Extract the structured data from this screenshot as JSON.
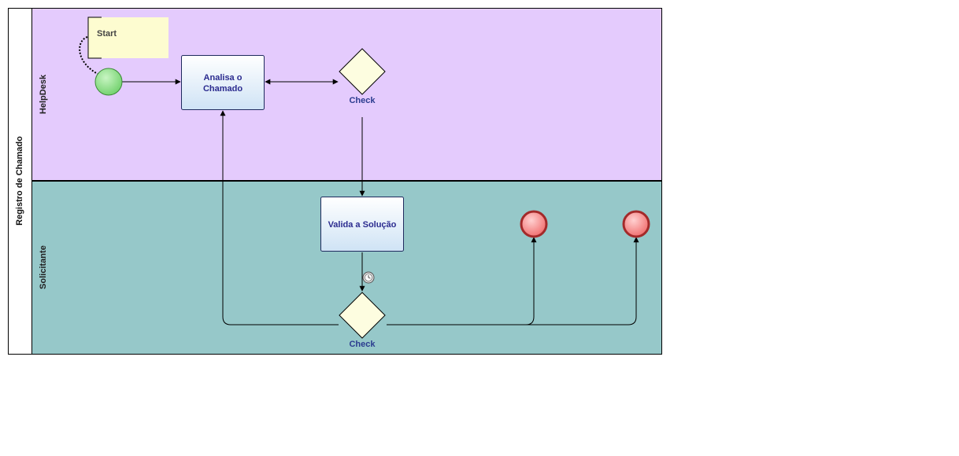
{
  "pool": {
    "label": "Registro de Chamado"
  },
  "lanes": {
    "helpdesk": {
      "label": "HelpDesk",
      "color": "#e4cbfd"
    },
    "solicitante": {
      "label": "Solicitante",
      "color": "#96c8c9"
    }
  },
  "annotation": {
    "text": "Start"
  },
  "tasks": {
    "analisa": {
      "line1": "Analisa o",
      "line2": "Chamado"
    },
    "valida": {
      "label": "Valida a Solução"
    }
  },
  "gateways": {
    "check1": {
      "label": "Check"
    },
    "check2": {
      "label": "Check"
    }
  },
  "icons": {
    "start_event": "start-event-circle",
    "end_event": "end-event-circle",
    "timer": "clock-icon"
  },
  "colors": {
    "start_event": "#8ee08a",
    "end_event": "#f07a7a",
    "end_event_border": "#a32a2a",
    "gateway_fill": "#fdfde0",
    "task_fill_top": "#ffffff",
    "task_fill_bottom": "#cfe3f5",
    "note_fill": "#fdfcd0"
  }
}
